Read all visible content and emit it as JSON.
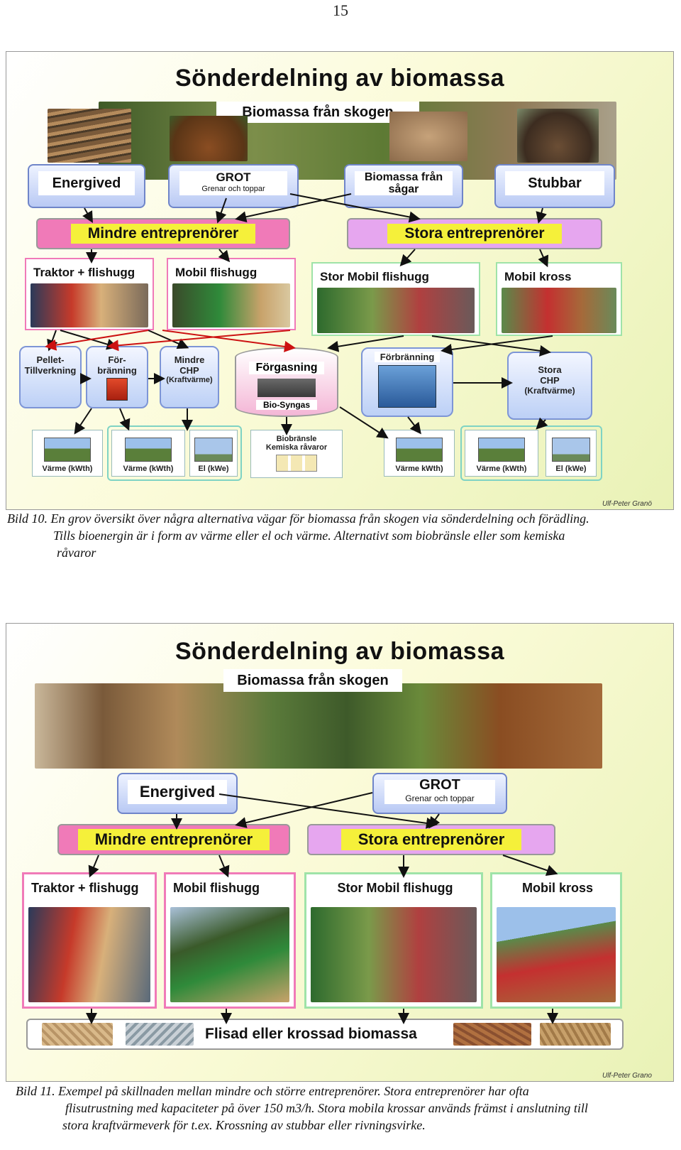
{
  "page_number": "15",
  "figure1": {
    "title": "Sönderdelning av biomassa",
    "subtitle": "Biomassa från skogen",
    "sources": [
      {
        "label": "Energived",
        "sub": ""
      },
      {
        "label": "GROT",
        "sub": "Grenar och toppar"
      },
      {
        "label": "Biomassa från",
        "sub": "sågar"
      },
      {
        "label": "Stubbar",
        "sub": ""
      }
    ],
    "small_entrepreneurs": "Mindre entreprenörer",
    "large_entrepreneurs": "Stora entreprenörer",
    "machines": [
      "Traktor + flishugg",
      "Mobil flishugg",
      "Stor Mobil flishugg",
      "Mobil kross"
    ],
    "conversions": {
      "pellet": [
        "Pellet-",
        "Tillverkning"
      ],
      "forbranning_small": [
        "För-",
        "bränning"
      ],
      "mindre_chp": [
        "Mindre",
        "CHP",
        "(Kraftvärme)"
      ],
      "forgasning": "Förgasning",
      "biosyngas": "Bio-Syngas",
      "forbranning_large": "Förbränning",
      "stora_chp": [
        "Stora",
        "CHP",
        "(Kraftvärme)"
      ]
    },
    "outputs": {
      "varme_kwth": "Värme (kWth)",
      "el_kwe": "El (kWe)",
      "varme_kwth2": "Värme kWth)",
      "biobransle": [
        "Biobränsle",
        "Kemiska råvaror"
      ]
    },
    "credit": "Ulf-Peter Granö",
    "caption": [
      "Bild 10. En grov översikt över några alternativa vägar för biomassa från skogen via sönderdelning och förädling.",
      "Tills bioenergin är i form av värme eller el och värme. Alternativt som biobränsle eller som kemiska",
      "råvaror"
    ]
  },
  "figure2": {
    "title": "Sönderdelning av biomassa",
    "subtitle": "Biomassa från skogen",
    "sources": [
      {
        "label": "Energived",
        "sub": ""
      },
      {
        "label": "GROT",
        "sub": "Grenar och toppar"
      }
    ],
    "small_entrepreneurs": "Mindre entreprenörer",
    "large_entrepreneurs": "Stora entreprenörer",
    "machines": [
      "Traktor + flishugg",
      "Mobil flishugg",
      "Stor Mobil flishugg",
      "Mobil kross"
    ],
    "result": "Flisad eller krossad biomassa",
    "credit": "Ulf-Peter Grano",
    "caption": [
      "Bild 11. Exempel på skillnaden mellan mindre och större entreprenörer. Stora entreprenörer har ofta",
      "flisutrustning med kapaciteter på över 150 m3/h. Stora mobila krossar används främst i anslutning till",
      "stora kraftvärmeverk för t.ex. Krossning av stubbar eller rivningsvirke."
    ]
  },
  "colors": {
    "pink": "#f07ab8",
    "lilac": "#e6a6ef",
    "yellow": "#f5f03a",
    "blue_box": "#b9c9f4",
    "red_line": "#cc1111"
  }
}
